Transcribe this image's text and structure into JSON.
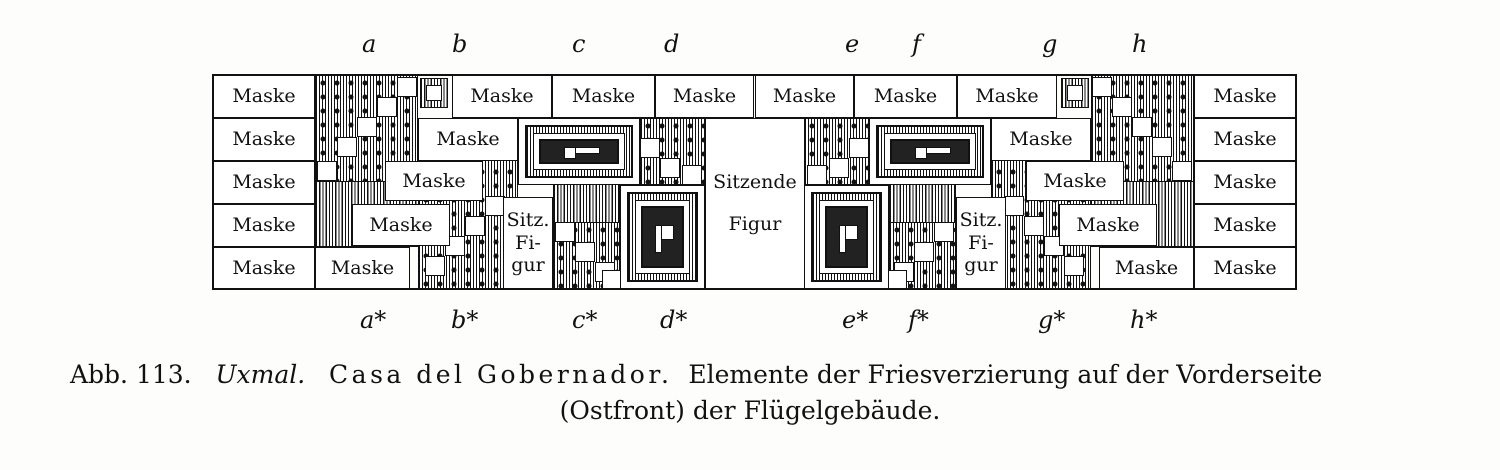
{
  "diagram": {
    "mask_label": "Maske",
    "center_label_1": "Sitzende",
    "center_label_2": "Figur",
    "sitz_label_1": "Sitz.",
    "sitz_label_2": "Fi-",
    "sitz_label_3": "gur",
    "top_letters": [
      "a",
      "b",
      "c",
      "d",
      "e",
      "f",
      "g",
      "h"
    ],
    "bottom_letters": [
      "a*",
      "b*",
      "c*",
      "d*",
      "e*",
      "f*",
      "g*",
      "h*"
    ]
  },
  "caption": {
    "figure_number": "Abb. 113.",
    "place": "Uxmal.",
    "building": "Casa del Gobernador.",
    "line1_rest": "Elemente der Friesverzierung auf der Vorderseite",
    "line2": "(Ostfront) der Flügelgebäude."
  }
}
